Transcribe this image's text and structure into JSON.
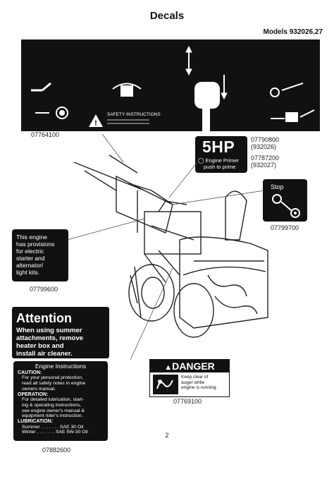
{
  "page": {
    "title": "Decals",
    "models": "Models 932026,27",
    "page_number": "2"
  },
  "panel": {
    "safety_label": "SAFETY INSTRUCTIONS",
    "part_number": "07764100"
  },
  "hp_decal": {
    "big_text": "5HP",
    "primer_line1": "Engine Primer",
    "primer_line2": "push to prime",
    "pn1": "07790800",
    "model1": "(932026)",
    "pn2": "07787200",
    "model2": "(932027)"
  },
  "stop_decal": {
    "label": "Stop",
    "part_number": "07799700"
  },
  "engine_decal": {
    "lines": [
      "This engine",
      "has provisions",
      "for electric",
      "starter and",
      "alternator/",
      "light kits."
    ],
    "part_number": "07799600"
  },
  "attention_decal": {
    "title": "Attention",
    "lines": [
      "When using summer",
      "attachments, remove",
      "heater box and",
      "install air cleaner."
    ]
  },
  "instructions_decal": {
    "title": "Engine Instructions",
    "caution_head": "CAUTION:",
    "caution_lines": [
      "For your personal protection,",
      "read all safety notes in engine",
      "owners manual."
    ],
    "operation_head": "OPERATION:",
    "operation_lines": [
      "For detailed lubrication, start-",
      "ing & operating instructions,",
      "see engine owner's manual &",
      "equipment rider's instruction."
    ],
    "lubrication_head": "LUBRICATION:",
    "lubrication_lines": [
      "Summer . . . . . . . SAE 30 Oil",
      "Winter . . . . . . . SAE 5W-30 Oil"
    ],
    "part_number": "07882600"
  },
  "danger_decal": {
    "header": "DANGER",
    "lines": [
      "Keep clear of",
      "auger while",
      "engine is running."
    ],
    "part_number": "07769100"
  }
}
